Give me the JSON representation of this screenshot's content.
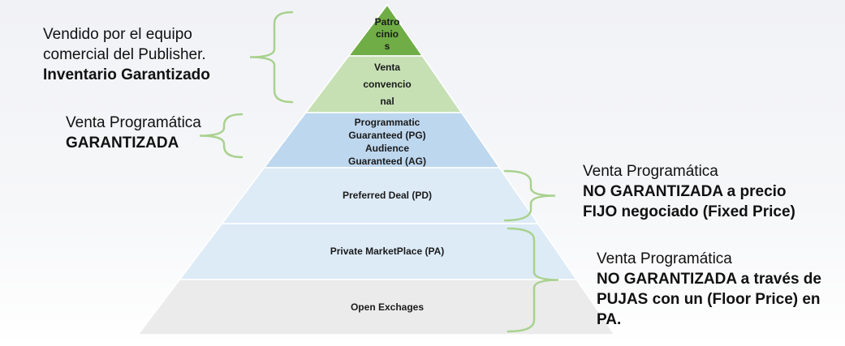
{
  "diagram": {
    "title": "",
    "tiers": [
      {
        "lines": [
          "Patro",
          "cinio",
          "s"
        ],
        "color": "#70ad47"
      },
      {
        "lines": [
          "Venta",
          "convencio",
          "nal"
        ],
        "color": "#c6e0b4"
      },
      {
        "lines": [
          "Programmatic",
          "Guaranteed (PG)",
          "Audience",
          "Guaranteed (AG)"
        ],
        "color": "#bdd7ee"
      },
      {
        "lines": [
          "Preferred Deal (PD)"
        ],
        "color": "#ddebf7"
      },
      {
        "lines": [
          "Private MarketPlace (PA)"
        ],
        "color": "#ddebf7"
      },
      {
        "lines": [
          "Open Exchages"
        ],
        "color": "#ebebeb"
      }
    ],
    "brace_color": "#a9d18e",
    "annotations": [
      {
        "name": "annotation-inventario-garantizado",
        "normal": [
          "Vendido por el equipo",
          "comercial del Publisher."
        ],
        "bold": [
          "Inventario Garantizado"
        ]
      },
      {
        "name": "annotation-programatica-garantizada",
        "normal": [
          "Venta Programática"
        ],
        "bold": [
          "GARANTIZADA"
        ]
      },
      {
        "name": "annotation-no-garantizada-precio-fijo",
        "normal": [
          "Venta Programática"
        ],
        "bold": [
          "NO GARANTIZADA a precio",
          "FIJO negociado (Fixed Price)"
        ]
      },
      {
        "name": "annotation-no-garantizada-pujas",
        "normal": [
          "Venta Programática"
        ],
        "bold": [
          "NO GARANTIZADA a través de",
          "PUJAS con un (Floor Price) en PA."
        ]
      }
    ]
  }
}
